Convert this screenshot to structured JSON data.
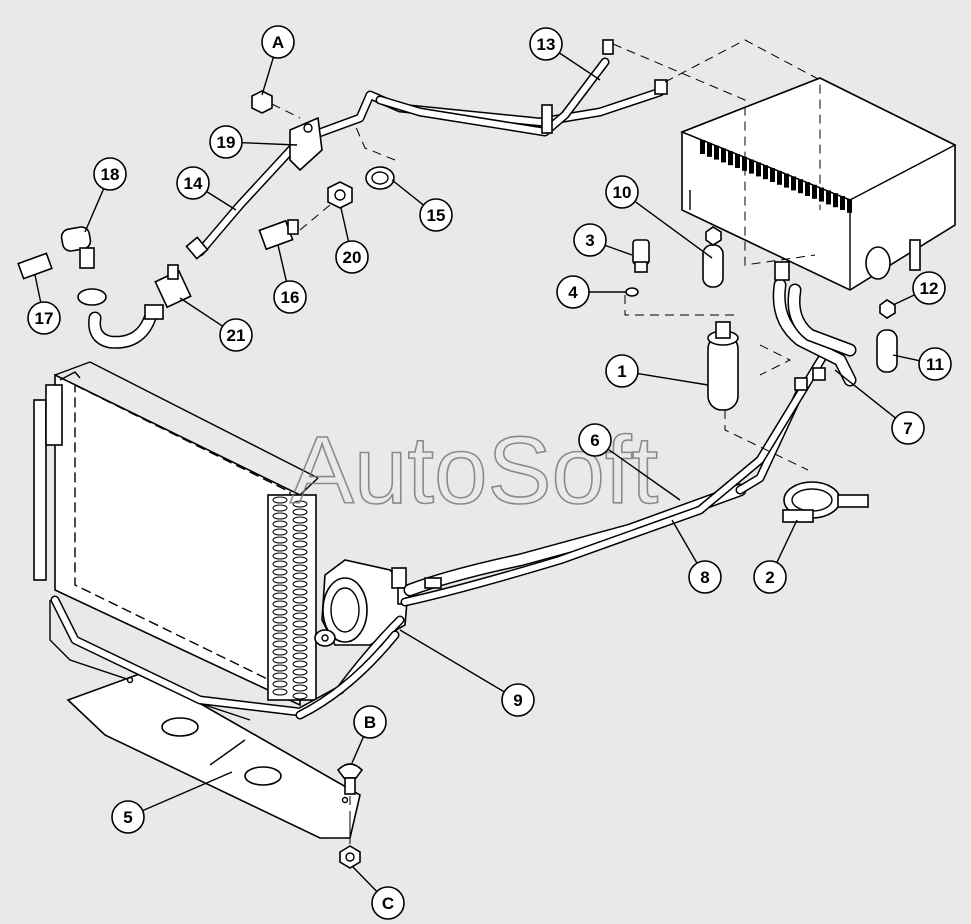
{
  "watermark": "AutoSoft",
  "callouts": [
    {
      "id": "A",
      "label": "A"
    },
    {
      "id": "B",
      "label": "B"
    },
    {
      "id": "C",
      "label": "C"
    },
    {
      "id": "1",
      "label": "1"
    },
    {
      "id": "2",
      "label": "2"
    },
    {
      "id": "3",
      "label": "3"
    },
    {
      "id": "4",
      "label": "4"
    },
    {
      "id": "5",
      "label": "5"
    },
    {
      "id": "6",
      "label": "6"
    },
    {
      "id": "7",
      "label": "7"
    },
    {
      "id": "8",
      "label": "8"
    },
    {
      "id": "9",
      "label": "9"
    },
    {
      "id": "10",
      "label": "10"
    },
    {
      "id": "11",
      "label": "11"
    },
    {
      "id": "12",
      "label": "12"
    },
    {
      "id": "13",
      "label": "13"
    },
    {
      "id": "14",
      "label": "14"
    },
    {
      "id": "15",
      "label": "15"
    },
    {
      "id": "16",
      "label": "16"
    },
    {
      "id": "17",
      "label": "17"
    },
    {
      "id": "18",
      "label": "18"
    },
    {
      "id": "19",
      "label": "19"
    },
    {
      "id": "20",
      "label": "20"
    },
    {
      "id": "21",
      "label": "21"
    }
  ]
}
